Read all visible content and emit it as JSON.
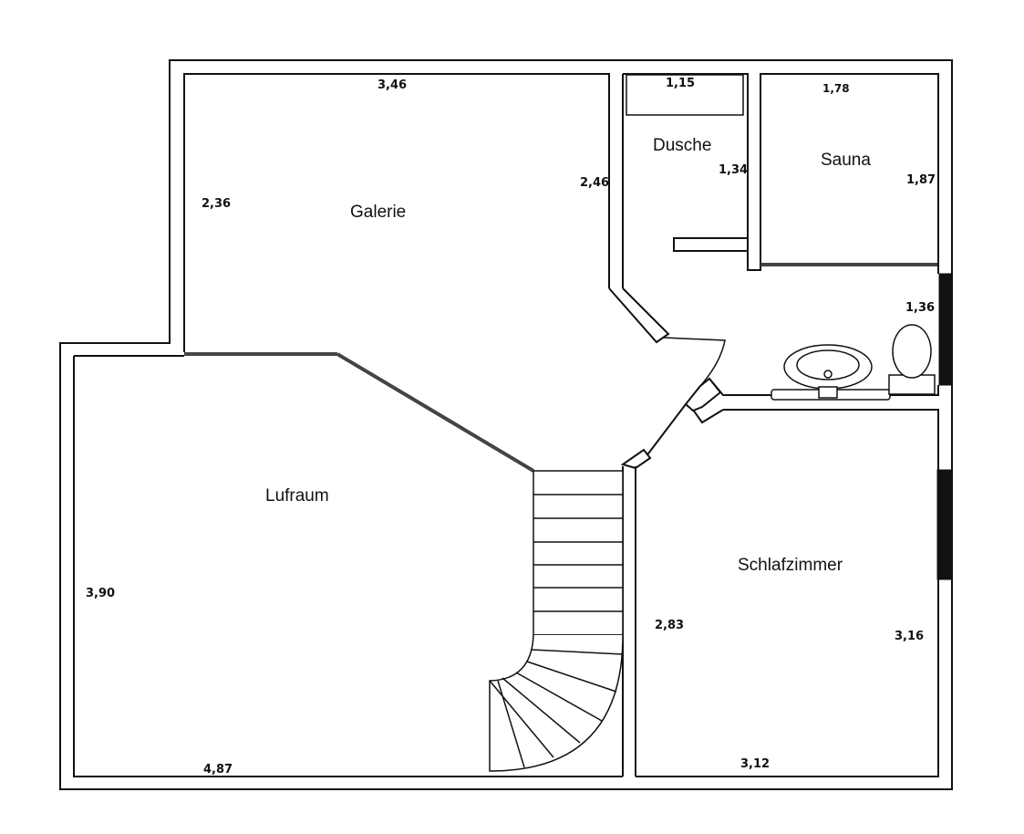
{
  "rooms": {
    "galerie": "Galerie",
    "dusche": "Dusche",
    "sauna": "Sauna",
    "lufraum": "Lufraum",
    "schlafzimmer": "Schlafzimmer"
  },
  "dimensions": {
    "galerie_top": "3,46",
    "galerie_left": "2,36",
    "galerie_right": "2,46",
    "dusche_top": "1,15",
    "dusche_side": "1,34",
    "sauna_top": "1,78",
    "sauna_side": "1,87",
    "bath_side": "1,36",
    "lufraum_left": "3,90",
    "lufraum_bottom": "4,87",
    "schlaf_left": "2,83",
    "schlaf_right": "3,16",
    "schlaf_bottom": "3,12"
  }
}
